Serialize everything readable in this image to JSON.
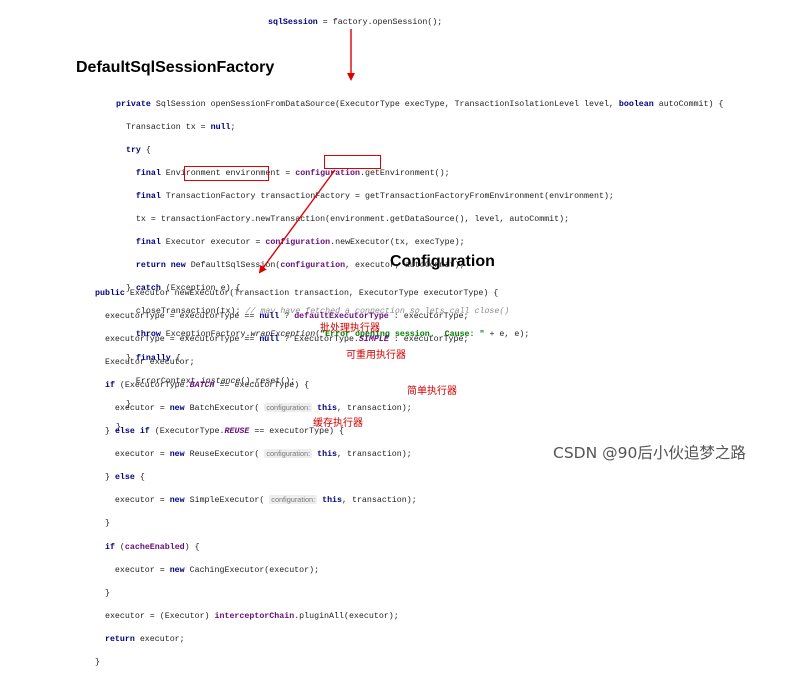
{
  "top_call": {
    "var": "sqlSession",
    "rest": " = factory.openSession();"
  },
  "headings": {
    "factory": "DefaultSqlSessionFactory",
    "configuration": "Configuration"
  },
  "code1": {
    "l1": {
      "a": "private",
      "b": " SqlSession openSessionFromDataSource(ExecutorType execType, TransactionIsolationLevel level, ",
      "c": "boolean",
      "d": " autoCommit) {"
    },
    "l2": {
      "a": "Transaction tx = ",
      "b": "null",
      "c": ";"
    },
    "l3": {
      "a": "try",
      "b": " {"
    },
    "l4": {
      "a": "final",
      "b": " Environment environment = ",
      "c": "configuration",
      "d": ".getEnvironment();"
    },
    "l5": {
      "a": "final",
      "b": " TransactionFactory transactionFactory = getTransactionFactoryFromEnvironment(environment);"
    },
    "l6": {
      "a": "tx = transactionFactory.newTransaction(environment.getDataSource(), level, autoCommit);"
    },
    "l7": {
      "a": "final",
      "b": " Executor executor = ",
      "c": "configuration",
      "d": ".",
      "e": "newExecutor",
      "f": "(tx, execType);"
    },
    "l8": {
      "a": "return new",
      "b": " ",
      "c": "DefaultSqlSession",
      "d": "(",
      "e": "configuration",
      "f": ", executor, autoCommit);"
    },
    "l9": {
      "a": "} ",
      "b": "catch",
      "c": " (Exception e) {"
    },
    "l10": {
      "a": "closeTransaction(tx); ",
      "b": "// may have fetched a connection so lets call close()"
    },
    "l11": {
      "a": "throw",
      "b": " ExceptionFactory.",
      "c": "wrapException",
      "d": "(",
      "e": "\"Error opening session.  Cause: \"",
      "f": " + e, e);"
    },
    "l12": {
      "a": "} ",
      "b": "finally",
      "c": " {"
    },
    "l13": {
      "a": "ErrorContext.",
      "b": "instance",
      "c": "().reset();"
    },
    "l14": {
      "a": "}"
    },
    "l15": {
      "a": "}"
    }
  },
  "code2": {
    "l1": {
      "a": "public",
      "b": " Executor newExecutor(Transaction transaction, ExecutorType executorType) {"
    },
    "l2": {
      "a": "executorType = executorType == ",
      "b": "null",
      "c": " ? ",
      "d": "defaultExecutorType",
      "e": " : executorType;"
    },
    "l3": {
      "a": "executorType = executorType == ",
      "b": "null",
      "c": " ? ExecutorType.",
      "d": "SIMPLE",
      "e": " : executorType;"
    },
    "l4": {
      "a": "Executor executor;"
    },
    "l5": {
      "a": "if",
      "b": " (ExecutorType.",
      "c": "BATCH",
      "d": " == executorType) {"
    },
    "l6": {
      "a": "executor = ",
      "b": "new",
      "c": " BatchExecutor( ",
      "d": "configuration:",
      "e": " ",
      "f": "this",
      "g": ", transaction);"
    },
    "l7": {
      "a": "} ",
      "b": "else if",
      "c": " (ExecutorType.",
      "d": "REUSE",
      "e": " == executorType) {"
    },
    "l8": {
      "a": "executor = ",
      "b": "new",
      "c": " ReuseExecutor( ",
      "d": "configuration:",
      "e": " ",
      "f": "this",
      "g": ", transaction);"
    },
    "l9": {
      "a": "} ",
      "b": "else",
      "c": " {"
    },
    "l10": {
      "a": "executor = ",
      "b": "new",
      "c": " SimpleExecutor( ",
      "d": "configuration:",
      "e": " ",
      "f": "this",
      "g": ", transaction);"
    },
    "l11": {
      "a": "}"
    },
    "l12": {
      "a": "if",
      "b": " (",
      "c": "cacheEnabled",
      "d": ") {"
    },
    "l13": {
      "a": "executor = ",
      "b": "new",
      "c": " CachingExecutor(executor);"
    },
    "l14": {
      "a": "}"
    },
    "l15": {
      "a": "executor = (Executor) ",
      "b": "interceptorChain",
      "c": ".pluginAll(executor);"
    },
    "l16": {
      "a": "return",
      "b": " executor;"
    },
    "l17": {
      "a": "}"
    }
  },
  "notes": {
    "batch": "批处理执行器",
    "reuse": "可重用执行器",
    "simple": "简单执行器",
    "caching": "缓存执行器"
  },
  "watermark": "CSDN @90后小伙追梦之路",
  "colors": {
    "highlight_red": "#e00000",
    "keyword": "#000080",
    "field": "#660e7a",
    "string": "#008000",
    "annotation": "#d40000"
  }
}
